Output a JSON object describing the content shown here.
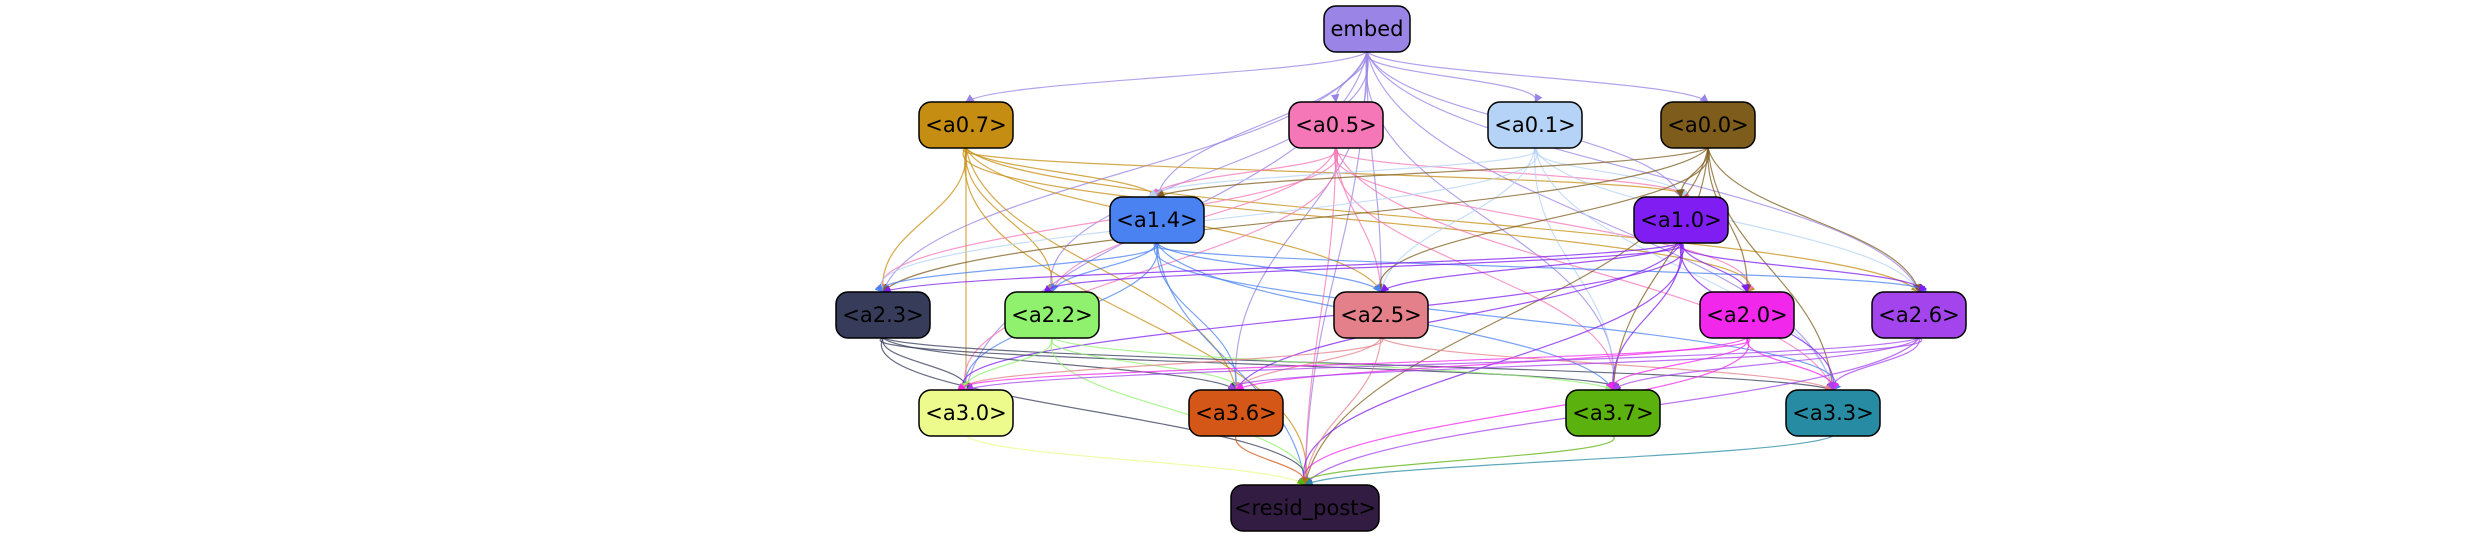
{
  "graph": {
    "nodes": [
      {
        "id": "embed",
        "label": "embed",
        "fill": "#9a84e6",
        "text": "#000000"
      },
      {
        "id": "a0_7",
        "label": "<a0.7>",
        "fill": "#c58d12",
        "text": "#000000"
      },
      {
        "id": "a0_5",
        "label": "<a0.5>",
        "fill": "#f577b7",
        "text": "#000000"
      },
      {
        "id": "a0_1",
        "label": "<a0.1>",
        "fill": "#b4d3f7",
        "text": "#000000"
      },
      {
        "id": "a0_0",
        "label": "<a0.0>",
        "fill": "#7e5c1c",
        "text": "#000000"
      },
      {
        "id": "a1_4",
        "label": "<a1.4>",
        "fill": "#4a82f2",
        "text": "#000000"
      },
      {
        "id": "a1_0",
        "label": "<a1.0>",
        "fill": "#801df2",
        "text": "#000000"
      },
      {
        "id": "a2_3",
        "label": "<a2.3>",
        "fill": "#363c5a",
        "text": "#000000"
      },
      {
        "id": "a2_2",
        "label": "<a2.2>",
        "fill": "#90f16e",
        "text": "#000000"
      },
      {
        "id": "a2_5",
        "label": "<a2.5>",
        "fill": "#e48089",
        "text": "#000000"
      },
      {
        "id": "a2_0",
        "label": "<a2.0>",
        "fill": "#f127ec",
        "text": "#000000"
      },
      {
        "id": "a2_6",
        "label": "<a2.6>",
        "fill": "#a444ec",
        "text": "#000000"
      },
      {
        "id": "a3_0",
        "label": "<a3.0>",
        "fill": "#ecfb8c",
        "text": "#000000"
      },
      {
        "id": "a3_6",
        "label": "<a3.6>",
        "fill": "#d45718",
        "text": "#000000"
      },
      {
        "id": "a3_7",
        "label": "<a3.7>",
        "fill": "#5bb10d",
        "text": "#000000"
      },
      {
        "id": "a3_3",
        "label": "<a3.3>",
        "fill": "#288ba4",
        "text": "#000000"
      },
      {
        "id": "resid_post",
        "label": "<resid_post>",
        "fill": "#321c42",
        "text": "#000000"
      }
    ],
    "edges": [
      [
        "embed",
        "a0_7"
      ],
      [
        "embed",
        "a0_5"
      ],
      [
        "embed",
        "a0_1"
      ],
      [
        "embed",
        "a0_0"
      ],
      [
        "embed",
        "a1_4"
      ],
      [
        "embed",
        "a1_0"
      ],
      [
        "embed",
        "a2_3"
      ],
      [
        "embed",
        "a2_2"
      ],
      [
        "embed",
        "a2_5"
      ],
      [
        "embed",
        "a2_6"
      ],
      [
        "embed",
        "a3_0"
      ],
      [
        "embed",
        "a3_6"
      ],
      [
        "embed",
        "a3_7"
      ],
      [
        "embed",
        "a3_3"
      ],
      [
        "embed",
        "resid_post"
      ],
      [
        "a0_7",
        "a1_4"
      ],
      [
        "a0_7",
        "a1_0"
      ],
      [
        "a0_7",
        "a2_3"
      ],
      [
        "a0_7",
        "a2_2"
      ],
      [
        "a0_7",
        "a2_5"
      ],
      [
        "a0_7",
        "a2_0"
      ],
      [
        "a0_7",
        "a2_6"
      ],
      [
        "a0_7",
        "a3_0"
      ],
      [
        "a0_7",
        "a3_6"
      ],
      [
        "a0_7",
        "resid_post"
      ],
      [
        "a0_5",
        "a1_4"
      ],
      [
        "a0_5",
        "a1_0"
      ],
      [
        "a0_5",
        "a2_3"
      ],
      [
        "a0_5",
        "a2_2"
      ],
      [
        "a0_5",
        "a2_5"
      ],
      [
        "a0_5",
        "a2_0"
      ],
      [
        "a0_5",
        "a3_0"
      ],
      [
        "a0_5",
        "a3_7"
      ],
      [
        "a0_5",
        "a3_3"
      ],
      [
        "a0_5",
        "resid_post"
      ],
      [
        "a0_1",
        "a1_4"
      ],
      [
        "a0_1",
        "a1_0"
      ],
      [
        "a0_1",
        "a2_3"
      ],
      [
        "a0_1",
        "a2_5"
      ],
      [
        "a0_1",
        "a2_6"
      ],
      [
        "a0_1",
        "a3_7"
      ],
      [
        "a0_1",
        "a3_3"
      ],
      [
        "a0_0",
        "a1_4"
      ],
      [
        "a0_0",
        "a1_0"
      ],
      [
        "a0_0",
        "a2_3"
      ],
      [
        "a0_0",
        "a2_5"
      ],
      [
        "a0_0",
        "a2_0"
      ],
      [
        "a0_0",
        "a2_6"
      ],
      [
        "a0_0",
        "a3_7"
      ],
      [
        "a0_0",
        "a3_3"
      ],
      [
        "a0_0",
        "resid_post"
      ],
      [
        "a1_4",
        "a2_3"
      ],
      [
        "a1_4",
        "a2_2"
      ],
      [
        "a1_4",
        "a2_5"
      ],
      [
        "a1_4",
        "a2_6"
      ],
      [
        "a1_4",
        "a3_0"
      ],
      [
        "a1_4",
        "a3_6"
      ],
      [
        "a1_4",
        "a3_7"
      ],
      [
        "a1_4",
        "a3_3"
      ],
      [
        "a1_4",
        "resid_post"
      ],
      [
        "a1_0",
        "a2_3"
      ],
      [
        "a1_0",
        "a2_2"
      ],
      [
        "a1_0",
        "a2_5"
      ],
      [
        "a1_0",
        "a2_0"
      ],
      [
        "a1_0",
        "a2_6"
      ],
      [
        "a1_0",
        "a3_0"
      ],
      [
        "a1_0",
        "a3_6"
      ],
      [
        "a1_0",
        "a3_7"
      ],
      [
        "a1_0",
        "a3_3"
      ],
      [
        "a1_0",
        "resid_post"
      ],
      [
        "a2_3",
        "a3_0"
      ],
      [
        "a2_3",
        "a3_6"
      ],
      [
        "a2_3",
        "a3_7"
      ],
      [
        "a2_3",
        "a3_3"
      ],
      [
        "a2_3",
        "resid_post"
      ],
      [
        "a2_2",
        "a3_0"
      ],
      [
        "a2_2",
        "a3_6"
      ],
      [
        "a2_2",
        "a3_7"
      ],
      [
        "a2_2",
        "resid_post"
      ],
      [
        "a2_5",
        "a3_0"
      ],
      [
        "a2_5",
        "a3_6"
      ],
      [
        "a2_5",
        "a3_3"
      ],
      [
        "a2_5",
        "resid_post"
      ],
      [
        "a2_0",
        "a3_0"
      ],
      [
        "a2_0",
        "a3_6"
      ],
      [
        "a2_0",
        "a3_7"
      ],
      [
        "a2_0",
        "a3_3"
      ],
      [
        "a2_0",
        "resid_post"
      ],
      [
        "a2_6",
        "a3_0"
      ],
      [
        "a2_6",
        "a3_6"
      ],
      [
        "a2_6",
        "a3_7"
      ],
      [
        "a2_6",
        "a3_3"
      ],
      [
        "a2_6",
        "resid_post"
      ],
      [
        "a3_0",
        "resid_post"
      ],
      [
        "a3_6",
        "resid_post"
      ],
      [
        "a3_7",
        "resid_post"
      ],
      [
        "a3_3",
        "resid_post"
      ]
    ]
  }
}
